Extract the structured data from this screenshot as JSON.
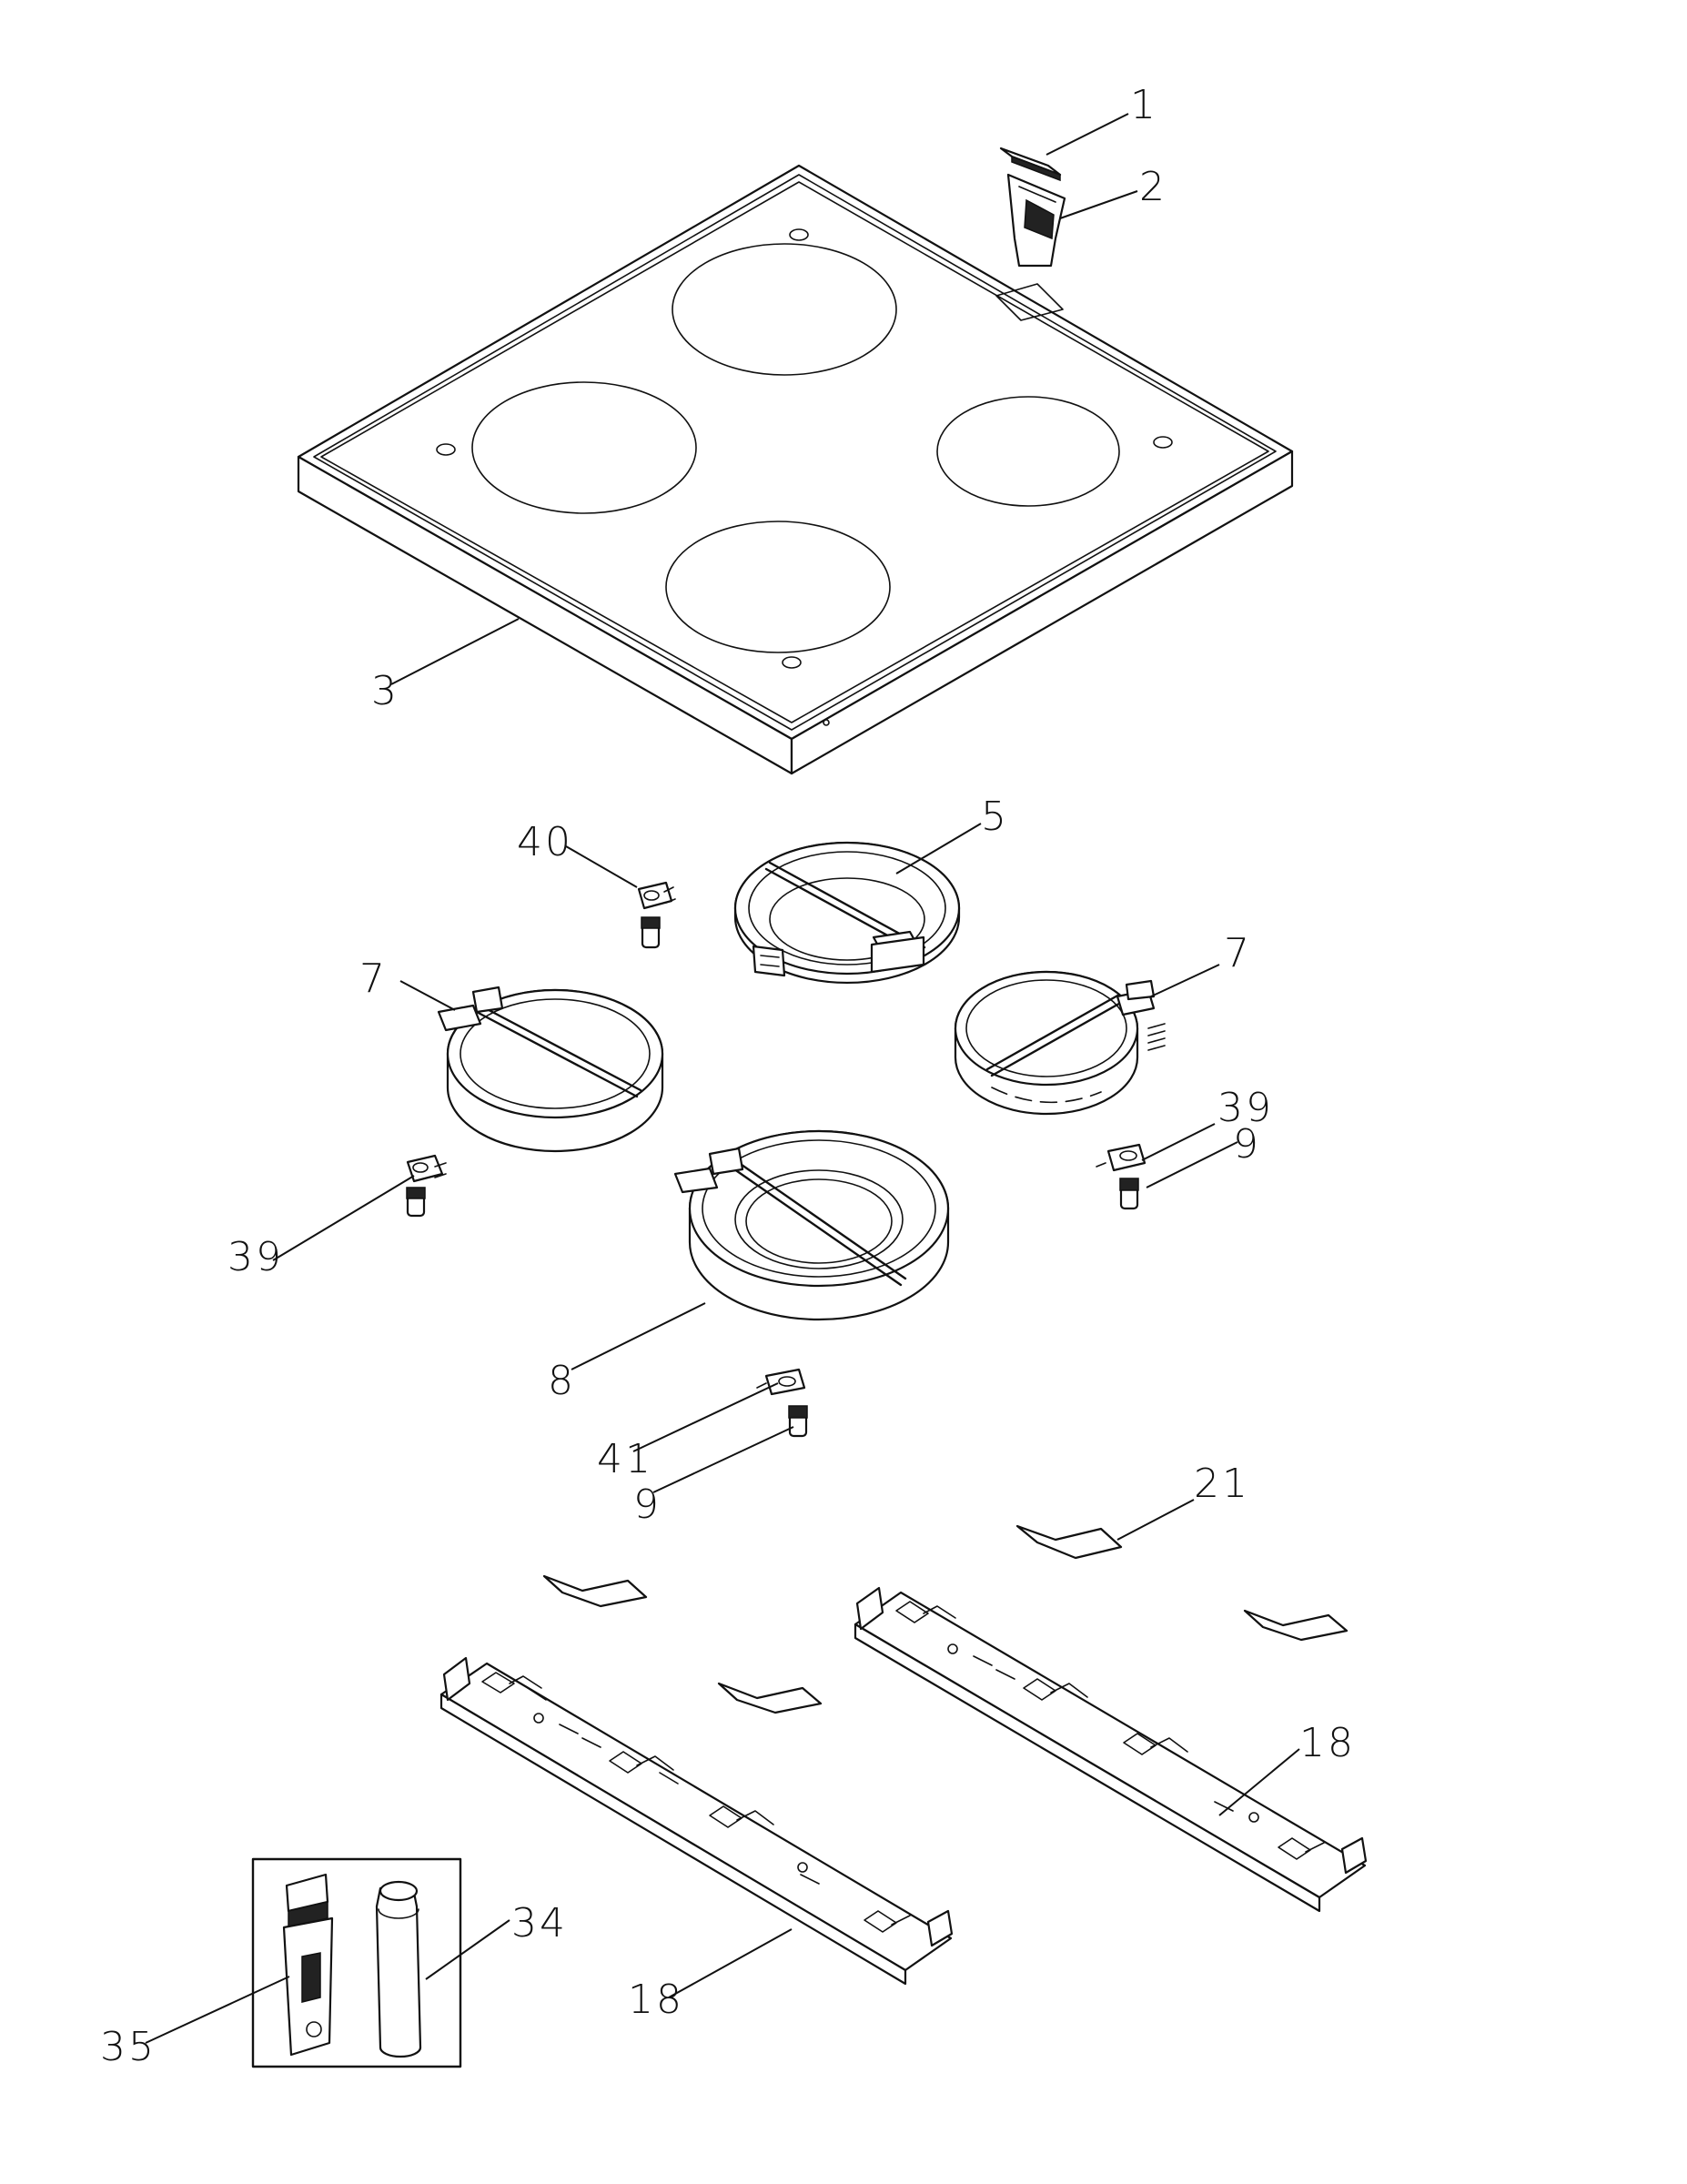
{
  "callouts": {
    "c1": "1",
    "c2": "2",
    "c3": "3",
    "c5": "5",
    "c7a": "7",
    "c7b": "7",
    "c8": "8",
    "c9a": "9",
    "c9b": "9",
    "c18a": "18",
    "c18b": "18",
    "c21": "21",
    "c34": "34",
    "c35": "35",
    "c39a": "39",
    "c39b": "39",
    "c40": "40",
    "c41": "41"
  }
}
